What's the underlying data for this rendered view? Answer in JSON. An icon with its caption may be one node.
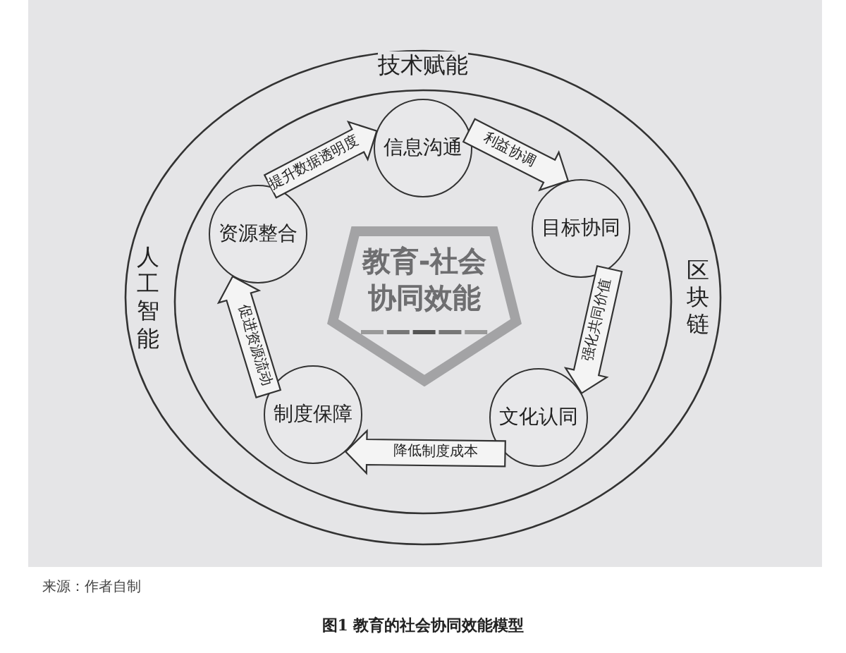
{
  "diagram": {
    "caption": "图1 教育的社会协同效能模型",
    "nodes": [
      {
        "text": [
          "技术赋能",
          "人工智能",
          "区块链"
        ]
      },
      {
        "text": [
          "信息沟通"
        ],
        "in": 0
      },
      {
        "text": [
          "目标协同"
        ],
        "in": 0
      },
      {
        "text": [
          "文化认同"
        ],
        "in": 0
      },
      {
        "text": [
          "制度保障"
        ],
        "in": 0
      },
      {
        "text": [
          "资源整合"
        ],
        "in": 0
      },
      {
        "text": [
          "教育-社会协同效能"
        ],
        "in": 0
      }
    ],
    "edges": [
      {
        "from": 5,
        "to": 1,
        "arrow": "to",
        "label": "提升数据透明度"
      },
      {
        "from": 1,
        "to": 2,
        "arrow": "to",
        "label": "利益协调"
      },
      {
        "from": 2,
        "to": 3,
        "arrow": "to",
        "label": "强化共同价值"
      },
      {
        "from": 3,
        "to": 4,
        "arrow": "to",
        "label": "降低制度成本"
      },
      {
        "from": 4,
        "to": 5,
        "arrow": "to",
        "label": "促进资源流动"
      }
    ],
    "labels": [
      "来源：作者自制"
    ]
  }
}
